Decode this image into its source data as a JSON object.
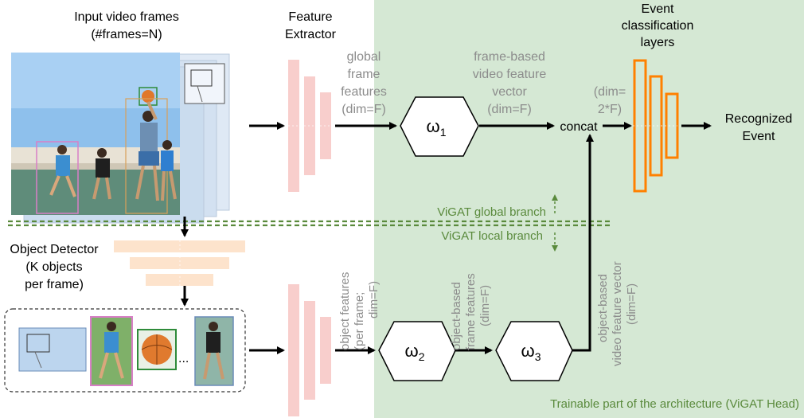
{
  "labels": {
    "input_frames_line1": "Input video frames",
    "input_frames_line2": "(#frames=N)",
    "feature_extractor_line1": "Feature",
    "feature_extractor_line2": "Extractor",
    "event_layers_line1": "Event",
    "event_layers_line2": "classification",
    "event_layers_line3": "layers",
    "global_feat_line1": "global",
    "global_feat_line2": "frame",
    "global_feat_line3": "features",
    "global_feat_line4": "(dim=F)",
    "frame_vec_line1": "frame-based",
    "frame_vec_line2": "video feature",
    "frame_vec_line3": "vector",
    "frame_vec_line4": "(dim=F)",
    "dim2f_line1": "(dim=",
    "dim2f_line2": "2*F)",
    "concat": "concat",
    "recognized_line1": "Recognized",
    "recognized_line2": "Event",
    "omega": "ω",
    "omega1_sub": "1",
    "omega2_sub": "2",
    "omega3_sub": "3",
    "global_branch": "ViGAT global branch",
    "local_branch": "ViGAT local branch",
    "object_detector_line1": "Object Detector",
    "object_detector_line2": "(K objects",
    "object_detector_line3": "per frame)",
    "ellipsis": "...",
    "object_feat_line1": "object features",
    "object_feat_line2": "(per frame;",
    "object_feat_line3": "dim=F)",
    "objframe_line1": "object-based",
    "objframe_line2": "frame features",
    "objframe_line3": "(dim=F)",
    "objvec_line1": "object-based",
    "objvec_line2": "video feature vector",
    "objvec_line3": "(dim=F)",
    "trainable": "Trainable part of the architecture (ViGAT Head)"
  },
  "colors": {
    "trainable_bg": "#d5e8d4",
    "extractor_bar": "#f8cecc",
    "detector_bar": "#fde3cc",
    "classifier_bar": "#ff8000",
    "branch_line": "#5a8a3c",
    "muted_text": "#8c8c8c",
    "green_text": "#5a8a3c"
  },
  "icons": [
    "photo-frames-icon",
    "basketball-hoop-icon",
    "player-icon",
    "ball-icon"
  ]
}
